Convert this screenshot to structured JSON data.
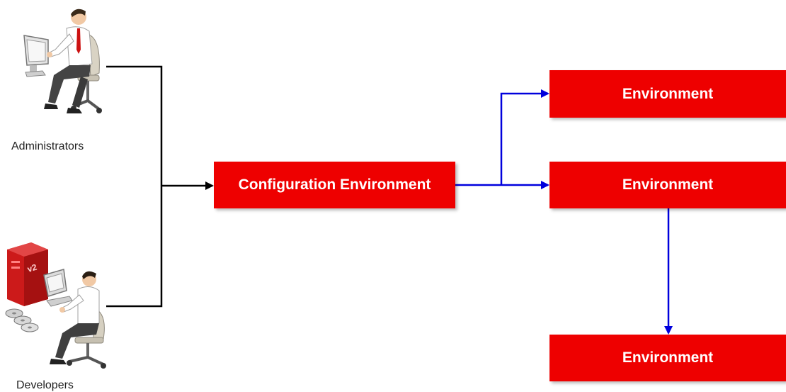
{
  "actors": {
    "administrators": {
      "label": "Administrators",
      "icon": "administrator-workstation-icon"
    },
    "developers": {
      "label": "Developers",
      "icon": "developer-workstation-icon",
      "server_badge": "v2"
    }
  },
  "nodes": {
    "configuration": {
      "label": "Configuration Environment"
    },
    "environments": [
      {
        "label": "Environment"
      },
      {
        "label": "Environment"
      },
      {
        "label": "Environment"
      }
    ]
  },
  "colors": {
    "box_fill": "#ee0000",
    "box_text": "#ffffff",
    "input_connector": "#000000",
    "output_connector": "#0000dd"
  }
}
